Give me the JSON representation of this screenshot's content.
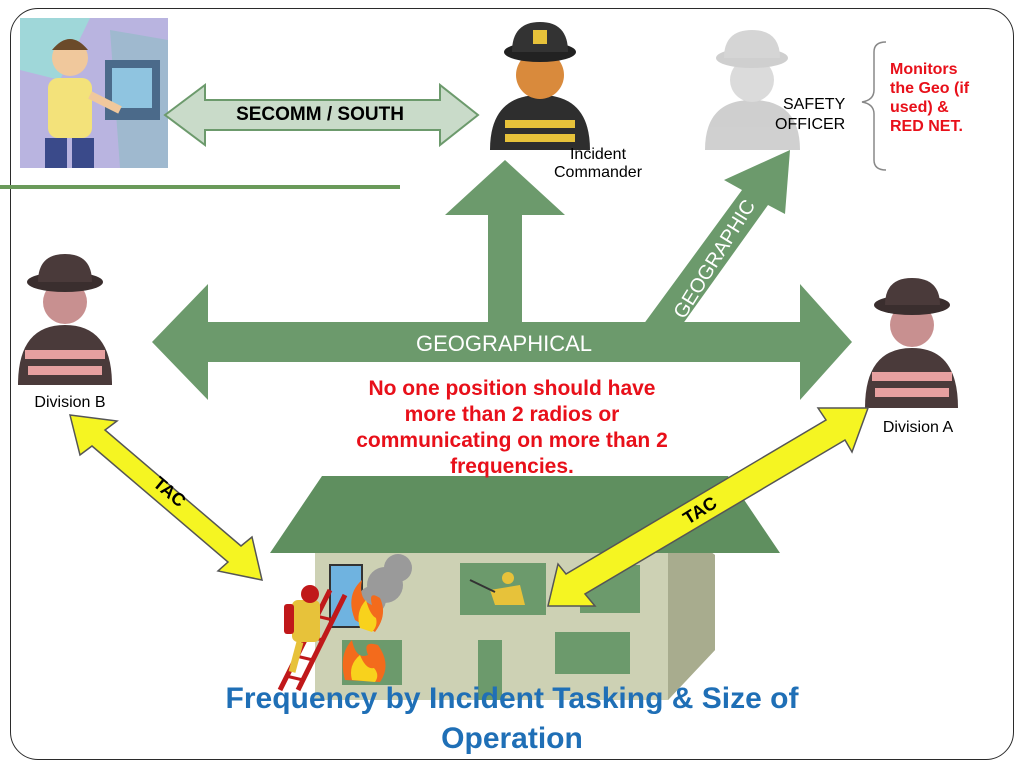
{
  "secomm_label": "SECOMM / SOUTH",
  "incident_commander": [
    "Incident",
    "Commander"
  ],
  "safety_officer": [
    "SAFETY",
    "OFFICER"
  ],
  "monitors_note": [
    "Monitors",
    "the Geo (if",
    "used) &",
    "RED NET."
  ],
  "geographic_label": "GEOGRAPHIC",
  "geographical_label": "GEOGRAPHICAL",
  "division_b": "Division B",
  "division_a": "Division A",
  "tac_left": "TAC",
  "tac_right": "TAC",
  "warning_text": [
    "No one position should have",
    "more than 2 radios or",
    "communicating on more than 2",
    "frequencies."
  ],
  "title": [
    "Frequency by Incident Tasking & Size of",
    "Operation"
  ],
  "colors": {
    "arrow_green": "#6c9a6c",
    "secomm_arrow_fill": "#c9dbc9",
    "tac_yellow": "#f5f522",
    "warning_red": "#e8101a",
    "title_blue": "#1f6fb6",
    "roof_green": "#5f8f5f",
    "house_wall": "#cdd1b4"
  }
}
